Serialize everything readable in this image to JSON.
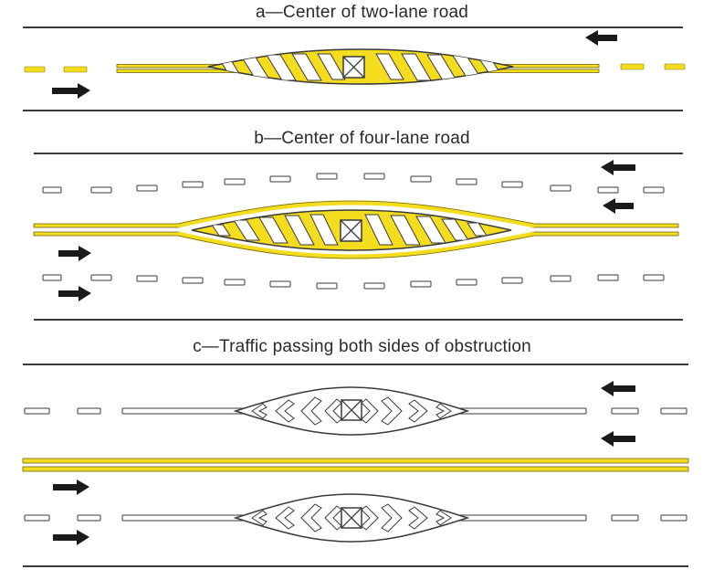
{
  "panels": [
    {
      "id": "a",
      "caption": "a—Center of two-lane road"
    },
    {
      "id": "b",
      "caption": "b—Center of four-lane road"
    },
    {
      "id": "c",
      "caption": "c—Traffic passing both sides of obstruction"
    }
  ],
  "colors": {
    "marking_yellow": "#f4dc1e",
    "lane_white": "#ffffff",
    "line": "#3a3a3a",
    "arrow": "#1a1a1a"
  },
  "icons": {
    "obstruction": "obstruction-x-box-icon",
    "arrow_left": "arrow-left-icon",
    "arrow_right": "arrow-right-icon"
  }
}
